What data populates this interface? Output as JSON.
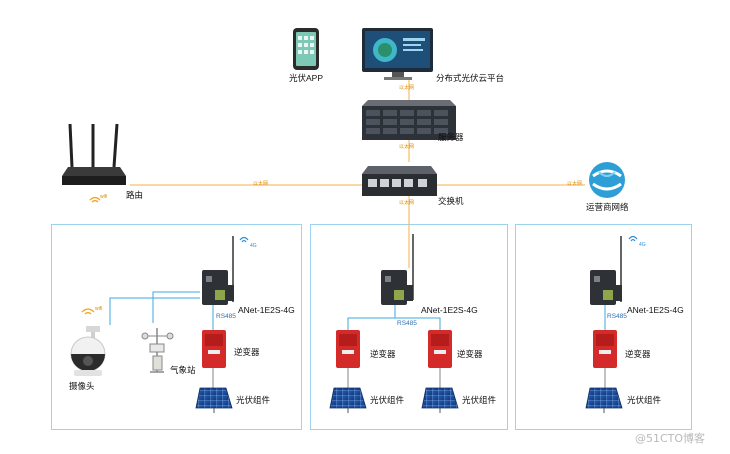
{
  "nodes": {
    "app": "光伏APP",
    "platform": "分布式光伏云平台",
    "server": "服务器",
    "switch": "交换机",
    "router": "路由",
    "carrier": "运营商网络",
    "camera": "摄像头",
    "weather": "气象站"
  },
  "links": {
    "ethernet": "以太网",
    "wifi": "wifi",
    "cell": "4G",
    "rs485": "RS485"
  },
  "groups": [
    {
      "gateway": "ANet-1E2S-4G",
      "inverter": "逆变器",
      "pv": "光伏组件"
    },
    {
      "gateway": "ANet-1E2S-4G",
      "inverter_a": "逆变器",
      "inverter_b": "逆变器",
      "pv_a": "光伏组件",
      "pv_b": "光伏组件"
    },
    {
      "gateway": "ANet-1E2S-4G",
      "inverter": "逆变器",
      "pv": "光伏组件"
    }
  ],
  "watermark": "@51CTO博客",
  "colors": {
    "ethernet_line": "#f5b04a",
    "rs485_line": "#3fa9e0",
    "panel_border": "#9ed3ee",
    "inverter_red": "#d42a2a"
  }
}
